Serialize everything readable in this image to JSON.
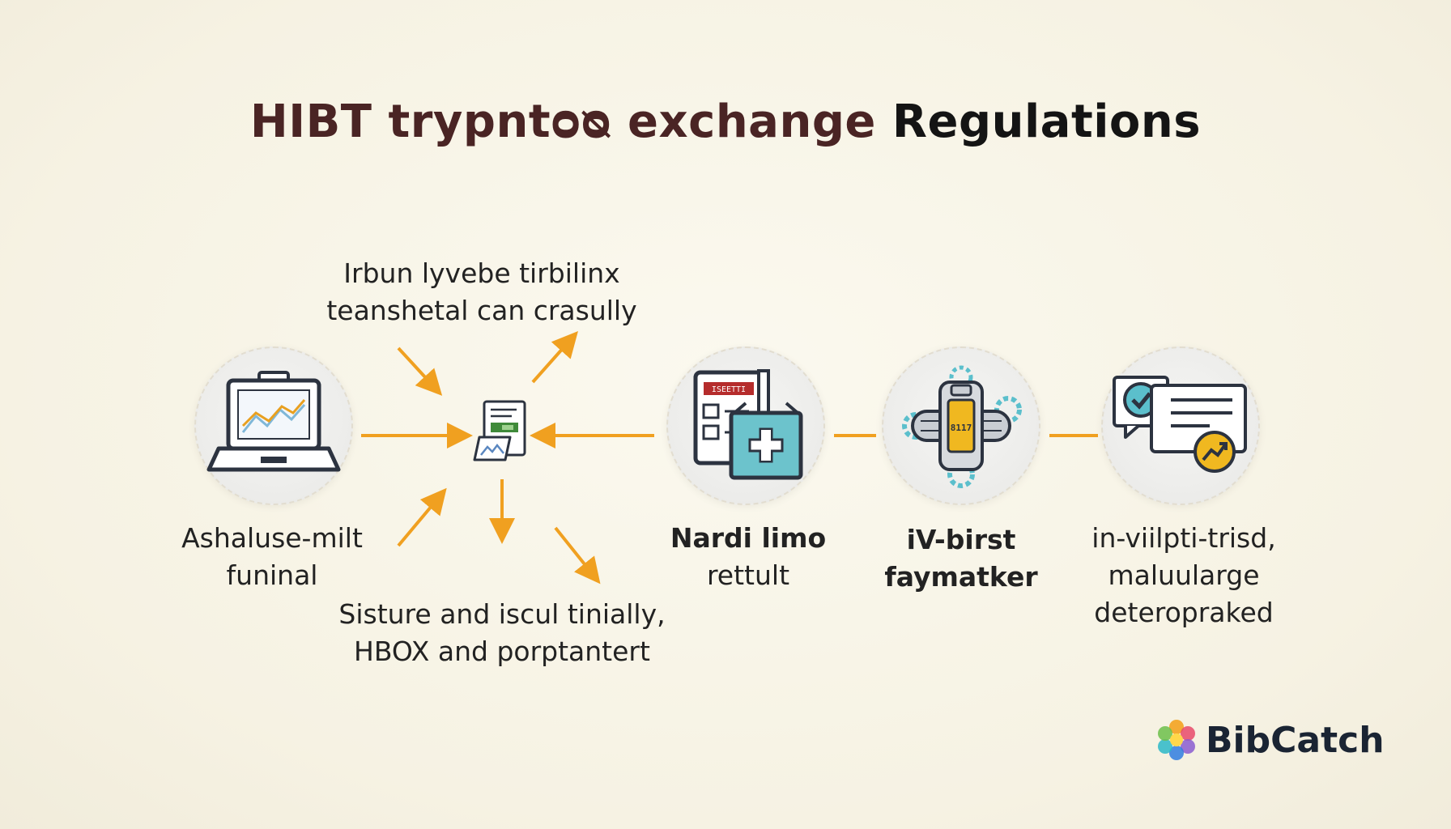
{
  "title": {
    "part_a": "HIBT trypntᴑᴓ exchange",
    "part_b": "Regulations"
  },
  "labels": {
    "top_center": [
      "Irbun lyvebe tirbilinx",
      "teanshetal can crasully"
    ],
    "bottom_center": [
      "Sisture and iscul tinially,",
      "HBOX and porptantert"
    ],
    "node1": [
      "Ashaluse-milt",
      "funinal"
    ],
    "node3": [
      "Nardi limo",
      "rettult"
    ],
    "node4": [
      "iV-birst",
      "faymatker"
    ],
    "node5": [
      "in-viilpti-trisd,",
      "maluularge",
      "deteropraked"
    ]
  },
  "icons": {
    "node1": "laptop-chart-icon",
    "hub": "document-chart-icon",
    "node3": "clipboard-medical-icon",
    "node4": "gear-machine-icon",
    "node5": "checklist-growth-icon"
  },
  "icon_text": {
    "node3_tag": "ISEETTI",
    "node4_tag": "8117"
  },
  "brand": {
    "name": "BibCatch"
  },
  "colors": {
    "arrow": "#f0a020",
    "title": "#4a2424",
    "title_emphasis": "#141414",
    "accent_teal": "#5bbfcc",
    "accent_green": "#3f8a3a",
    "accent_red": "#b52c2c"
  }
}
